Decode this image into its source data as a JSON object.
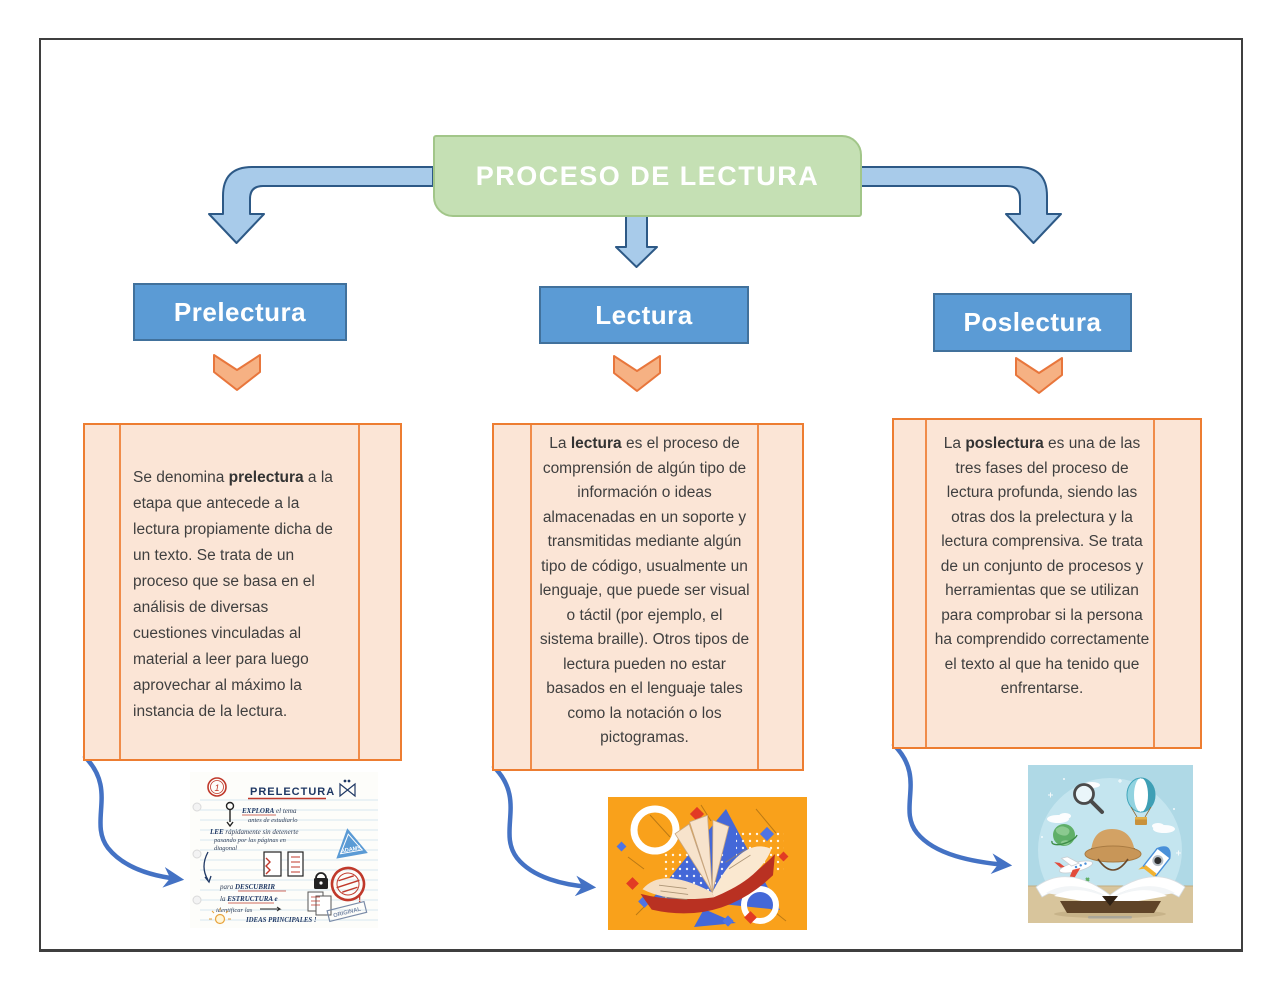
{
  "title": "PROCESO DE LECTURA",
  "branches": [
    {
      "label": "Prelectura",
      "body_pre": "Se denomina ",
      "body_bold": "prelectura",
      "body_post": " a la etapa que antecede a la lectura propiamente dicha de un texto. Se trata de un proceso que se basa en el análisis de diversas cuestiones vinculadas al material a leer para luego aprovechar al máximo la instancia de la lectura."
    },
    {
      "label": "Lectura",
      "body_pre": "La ",
      "body_bold": "lectura",
      "body_post": " es el proceso de comprensión de algún tipo de información o ideas almacenadas en un soporte y transmitidas mediante algún tipo de código, usualmente un lenguaje, que puede ser visual o táctil (por ejemplo, el sistema braille). Otros tipos de lectura pueden no estar basados en el lenguaje tales como la notación o los pictogramas."
    },
    {
      "label": "Poslectura",
      "body_pre": "La ",
      "body_bold": "poslectura",
      "body_post": " es una de las tres fases del proceso de lectura profunda, siendo las otras dos la prelectura y la lectura comprensiva. Se trata de un conjunto de procesos y herramientas que se utilizan para comprobar si la persona ha comprendido correctamente el texto al que ha tenido que enfrentarse."
    }
  ],
  "sketchnote": {
    "badge": "1",
    "title": "PRELECTURA",
    "line1_bold": "EXPLORA",
    "line1_rest": " el tema",
    "line1b": "antes de estudiarlo",
    "line2_bold": "LEE",
    "line2_rest": " rápidamente sin detenerte",
    "line2b": "pasando por las páginas en",
    "line2c": "diagonal",
    "line3_pre": "para ",
    "line3_bold": "DESCUBRIR",
    "line4_pre": "la ",
    "line4_bold": "ESTRUCTURA e",
    "line5": "identificar las",
    "line5_bold": "IDEAS PRINCIPALES !",
    "stamp_triangle": "ADAMS",
    "stamp_original": "ORIGINAL"
  },
  "colors": {
    "title_fill": "#C5E0B4",
    "title_border": "#A2C689",
    "label_fill": "#5B9BD5",
    "label_border": "#41719C",
    "arrow_fill": "#A8CBEA",
    "arrow_border": "#2D5986",
    "chevron_fill": "#F6B183",
    "chevron_border": "#E8763C",
    "card_fill": "#FBE5D6",
    "card_border": "#ED7D31",
    "curved_arrow": "#4472C4",
    "body_text": "#3F3F3F"
  }
}
